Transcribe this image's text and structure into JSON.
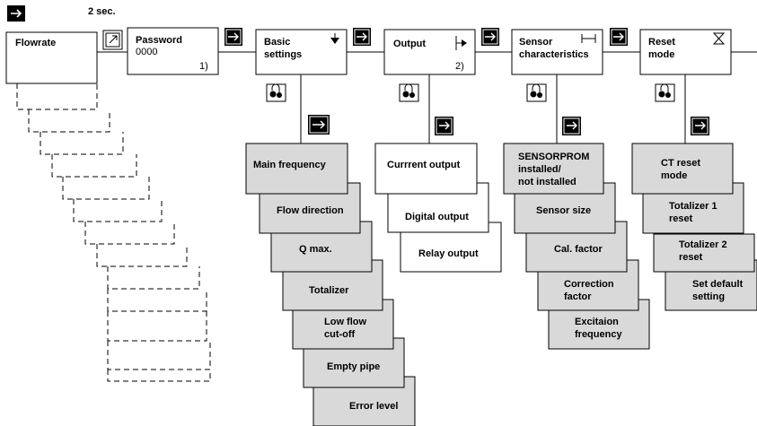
{
  "top_label": "2 sec.",
  "footnotes": {
    "one": "1)",
    "two": "2)"
  },
  "password_value": "0000",
  "main_menu": [
    {
      "id": "flowrate",
      "lines": [
        "Flowrate"
      ]
    },
    {
      "id": "password",
      "lines": [
        "Password"
      ]
    },
    {
      "id": "basic",
      "lines": [
        "Basic",
        "settings"
      ]
    },
    {
      "id": "output",
      "lines": [
        "Output"
      ]
    },
    {
      "id": "sensor",
      "lines": [
        "Sensor",
        "characteristics"
      ]
    },
    {
      "id": "reset",
      "lines": [
        "Reset",
        "mode"
      ]
    }
  ],
  "basic_items": [
    [
      "Main frequency"
    ],
    [
      "Flow direction"
    ],
    [
      "Q max."
    ],
    [
      "Totalizer"
    ],
    [
      "Low flow",
      "cut-off"
    ],
    [
      "Empty pipe"
    ],
    [
      "Error level"
    ]
  ],
  "output_items": [
    [
      "Currrent output"
    ],
    [
      "Digital output"
    ],
    [
      "Relay output"
    ]
  ],
  "sensor_items": [
    [
      "SENSORPROM",
      "installed/",
      "not installed"
    ],
    [
      "Sensor size"
    ],
    [
      "Cal. factor"
    ],
    [
      "Correction",
      "factor"
    ],
    [
      "Excitaion",
      "frequency"
    ]
  ],
  "reset_items": [
    [
      "CT reset",
      "mode"
    ],
    [
      "Totalizer 1",
      "reset"
    ],
    [
      "Totalizer 2",
      "reset"
    ],
    [
      "Set default",
      "setting"
    ]
  ],
  "icons": {
    "enter": "enter-key-icon",
    "scroll": "scroll-key-icon",
    "select": "select-key-icon",
    "arrow_down": "arrow-down-icon",
    "output_symbol": "output-arrow-icon",
    "sensor_symbol": "sensor-bar-icon",
    "reset_symbol": "hourglass-icon"
  }
}
